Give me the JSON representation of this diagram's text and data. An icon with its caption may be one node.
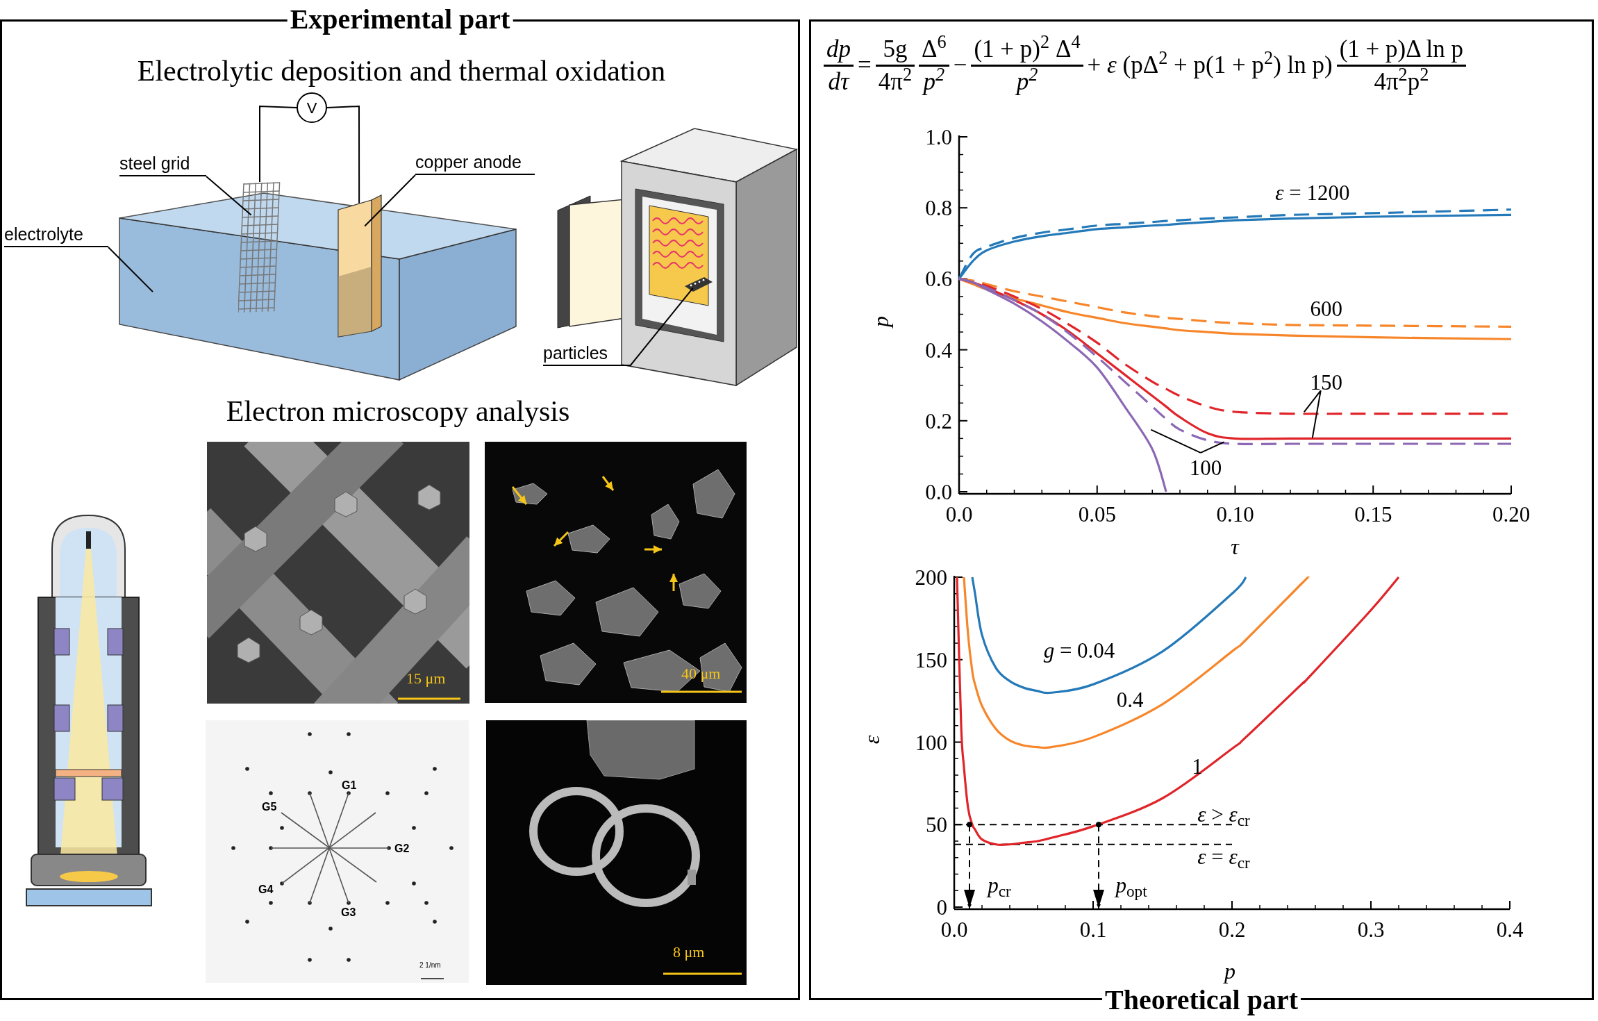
{
  "diagram": {
    "nodes": [
      {
        "text": [
          "Experimental part"
        ]
      },
      {
        "text": [
          "Theoretical part"
        ]
      },
      {
        "text": [
          "V"
        ],
        "in": 0
      },
      {
        "text": [
          "steel grid"
        ],
        "in": 0
      },
      {
        "text": [],
        "shape": "picture",
        "in": 0
      },
      {
        "text": [
          "copper anode"
        ],
        "in": 0
      },
      {
        "text": [],
        "shape": "bar",
        "in": 0
      },
      {
        "text": [
          "electrolyte"
        ],
        "in": 0
      },
      {
        "text": [],
        "shape": "box",
        "in": 0
      },
      {
        "text": [
          "particles"
        ],
        "in": 0
      },
      {
        "text": [],
        "shape": "picture",
        "in": 0
      }
    ],
    "edges": [
      {
        "from": 3,
        "to": 4,
        "arrow": "none"
      },
      {
        "from": 5,
        "to": 6,
        "arrow": "none"
      },
      {
        "from": 7,
        "to": 8,
        "arrow": "none"
      },
      {
        "from": 9,
        "to": 10,
        "arrow": "none"
      },
      {
        "from": 2,
        "to": 4,
        "arrow": "none"
      },
      {
        "from": 2,
        "to": 6,
        "arrow": "none"
      }
    ],
    "labels": [
      "Electrolytic deposition and thermal oxidation",
      "Electron microscopy analysis",
      "15 μm",
      "40 μm",
      "G1",
      "G5",
      "G2",
      "G4",
      "G3",
      "2 1/nm",
      "8 μm",
      "dp",
      "dτ",
      "=",
      "5g",
      "4π$^{2}$",
      "Δ$^{6}$",
      "p$^{2}$",
      "−",
      "(1 + p)$^{2}$ Δ$^{4}$",
      "p$^{2}$",
      "+ *ε* (pΔ$^{2}$ + p(1 + p$^{2}$) ln p)",
      "(1 + p)Δ ln p",
      "4π$^{2}$p$^{2}$"
    ],
    "chart_data": [
      {
        "type": "line",
        "xlabel": "τ",
        "ylabel": "p",
        "xlim": [
          0,
          0.2
        ],
        "ylim": [
          0,
          1
        ],
        "x": [
          0,
          0.005,
          0.01,
          0.02,
          0.03,
          0.04,
          0.05,
          0.06,
          0.07,
          0.075,
          0.08,
          0.09,
          0.1,
          0.12,
          0.15,
          0.2
        ],
        "xticks": [
          {
            "value": 0,
            "label": "0.0"
          },
          {
            "value": 0.05,
            "label": "0.05"
          },
          {
            "value": 0.1,
            "label": "0.10"
          },
          {
            "value": 0.15,
            "label": "0.15"
          },
          {
            "value": 0.2,
            "label": "0.20"
          }
        ],
        "yticks": [
          {
            "value": 0,
            "label": "0.0"
          },
          {
            "value": 0.2,
            "label": "0.2"
          },
          {
            "value": 0.4,
            "label": "0.4"
          },
          {
            "value": 0.6,
            "label": "0.6"
          },
          {
            "value": 0.8,
            "label": "0.8"
          },
          {
            "value": 1,
            "label": "1.0"
          }
        ],
        "series": [
          {
            "color": "#2479b9",
            "values": [
              0.6,
              0.65,
              0.68,
              0.705,
              0.72,
              0.73,
              0.74,
              0.745,
              0.75,
              0.752,
              0.755,
              0.76,
              0.765,
              0.77,
              0.775,
              0.78
            ]
          },
          {
            "color": "#2479b9",
            "line_style": "dashed",
            "values": [
              0.6,
              0.67,
              0.69,
              0.715,
              0.73,
              0.74,
              0.75,
              0.755,
              0.76,
              0.763,
              0.765,
              0.77,
              0.773,
              0.78,
              0.785,
              0.795
            ]
          },
          {
            "color": "#f7862a",
            "values": [
              0.6,
              0.585,
              0.57,
              0.545,
              0.525,
              0.505,
              0.49,
              0.475,
              0.465,
              0.46,
              0.455,
              0.45,
              0.445,
              0.44,
              0.435,
              0.43
            ]
          },
          {
            "color": "#f7862a",
            "line_style": "dashed",
            "values": [
              0.6,
              0.595,
              0.585,
              0.565,
              0.55,
              0.535,
              0.52,
              0.505,
              0.495,
              0.49,
              0.487,
              0.48,
              0.475,
              0.47,
              0.468,
              0.465
            ]
          },
          {
            "color": "#e0252a",
            "values": [
              0.6,
              0.59,
              0.575,
              0.54,
              0.5,
              0.45,
              0.39,
              0.33,
              0.27,
              0.24,
              0.21,
              0.165,
              0.15,
              0.15,
              0.15,
              0.15
            ]
          },
          {
            "color": "#e0252a",
            "line_style": "dashed",
            "values": [
              0.6,
              0.59,
              0.58,
              0.55,
              0.515,
              0.47,
              0.42,
              0.36,
              0.31,
              0.29,
              0.27,
              0.24,
              0.225,
              0.22,
              0.22,
              0.22
            ]
          },
          {
            "color": "#8c68b4",
            "values": [
              0.6,
              0.59,
              0.57,
              0.53,
              0.48,
              0.42,
              0.35,
              0.24,
              0.12,
              0,
              null,
              null,
              null,
              null,
              null,
              null
            ]
          },
          {
            "color": "#8c68b4",
            "line_style": "dashed",
            "values": [
              0.6,
              0.59,
              0.575,
              0.54,
              0.5,
              0.445,
              0.38,
              0.31,
              0.24,
              0.205,
              0.175,
              0.145,
              0.135,
              0.135,
              0.135,
              0.135
            ]
          }
        ],
        "annotations": [
          "*ε* = 1200",
          "600",
          "150",
          "100"
        ]
      },
      {
        "type": "line",
        "xlabel": "p",
        "ylabel": "ε",
        "xlim": [
          0,
          0.4
        ],
        "ylim": [
          0,
          200
        ],
        "x": [
          0.002,
          0.005,
          0.007,
          0.01,
          0.013,
          0.015,
          0.02,
          0.03,
          0.04,
          0.05,
          0.06,
          0.07,
          0.1,
          0.15,
          0.2,
          0.21,
          0.25,
          0.255,
          0.3,
          0.32
        ],
        "xticks": [
          {
            "value": 0,
            "label": "0.0"
          },
          {
            "value": 0.1,
            "label": "0.1"
          },
          {
            "value": 0.2,
            "label": "0.2"
          },
          {
            "value": 0.3,
            "label": "0.3"
          },
          {
            "value": 0.4,
            "label": "0.4"
          }
        ],
        "yticks": [
          0,
          50,
          100,
          150,
          200
        ],
        "series": [
          {
            "color": "#2479b9",
            "values": [
              null,
              null,
              null,
              null,
              200,
              190,
              165,
              145,
              137,
              133,
              131,
              130,
              135,
              155,
              190,
              200,
              null,
              null,
              null,
              null
            ]
          },
          {
            "color": "#f7862a",
            "values": [
              null,
              null,
              200,
              165,
              143,
              135,
              122,
              108,
              101,
              98,
              97,
              97,
              103,
              123,
              155,
              162,
              196,
              200,
              null,
              null
            ]
          },
          {
            "color": "#e0252a",
            "values": [
              200,
              110,
              85,
              60,
              50,
              47,
              41,
              38,
              38,
              39,
              40,
              42,
              49,
              66,
              96,
              103,
              135,
              139,
              180,
              200
            ]
          }
        ],
        "annotations": [
          "*g* = 0.04",
          "0.4",
          "1",
          "*ε* > *ε*$_{cr}$",
          "*ε* = *ε*$_{cr}$",
          "*p*$_{cr}$",
          "*p*$_{opt}$"
        ]
      }
    ]
  }
}
